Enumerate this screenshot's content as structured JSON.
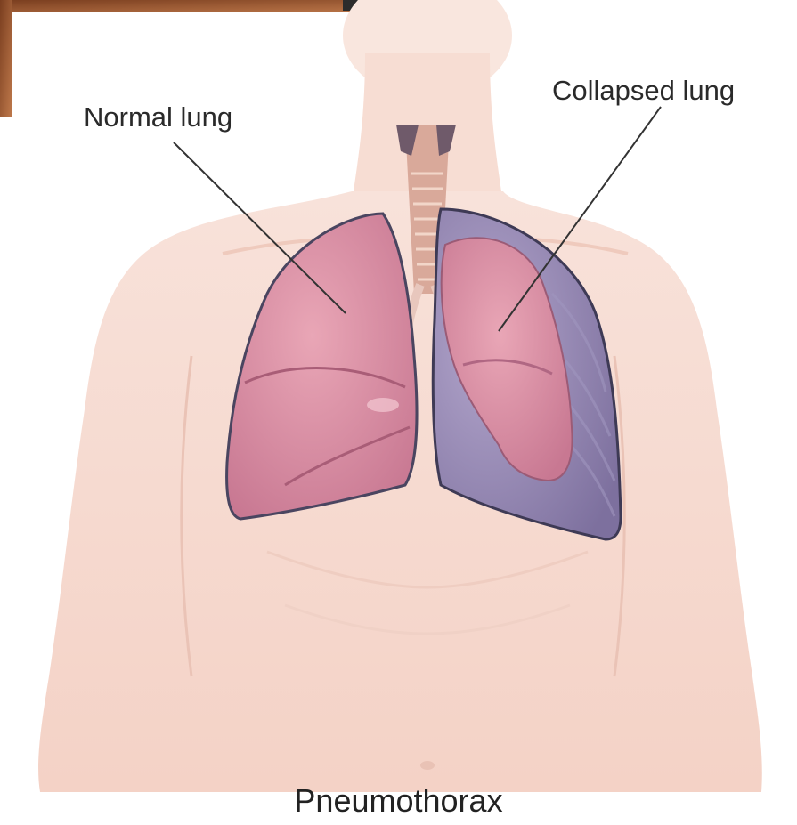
{
  "labels": {
    "normal_lung": "Normal lung",
    "collapsed_lung": "Collapsed lung"
  },
  "caption": "Pneumothorax",
  "colors": {
    "skin": "#f6d8cd",
    "lung": "#d98aa0",
    "pleural_space": "#8e84b0",
    "leader_line": "#333333",
    "background": "#ffffff"
  }
}
